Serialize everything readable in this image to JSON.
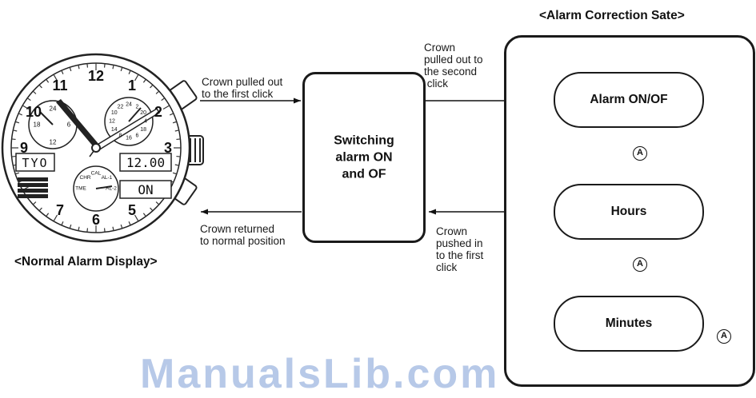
{
  "watch": {
    "numerals": [
      "12",
      "1",
      "2",
      "3",
      "5",
      "6",
      "7",
      "9",
      "10",
      "11"
    ],
    "subdial_left": [
      "24",
      "6",
      "18",
      "12"
    ],
    "subdial_right": [
      "22",
      "24",
      "2",
      "20",
      "4",
      "18",
      "6",
      "16",
      "8",
      "14",
      "12",
      "10"
    ],
    "city": "TYO",
    "time": "12.00",
    "alarm_status": "ON",
    "mode_labels": [
      "TME",
      "CHR",
      "CAL",
      "AL-1",
      "AL-2"
    ],
    "caption": "<Normal Alarm Display>"
  },
  "labels": {
    "crown_pulled_first": "Crown pulled out\nto the first click",
    "crown_returned": "Crown returned\nto normal position",
    "crown_pulled_second": "Crown\npulled out to\nthe second\n click",
    "crown_pushed": "Crown\npushed in\nto the first\nclick"
  },
  "switch_box": {
    "text": "Switching\nalarm ON\nand OF"
  },
  "alarm_correction": {
    "title": "<Alarm Correction Sate>",
    "states": [
      "Alarm ON/OF",
      "Hours",
      "Minutes"
    ],
    "step_symbol": "A"
  },
  "watermark": "ManualsLib.com"
}
